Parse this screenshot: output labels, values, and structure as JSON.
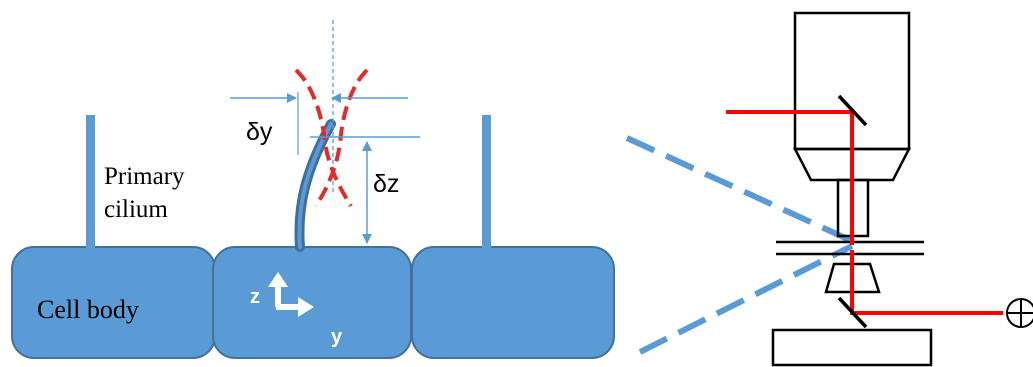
{
  "labels": {
    "primary_cilium_line1": "Primary",
    "primary_cilium_line2": "cilium",
    "cell_body": "Cell body",
    "delta_y": "δy",
    "delta_z": "δz",
    "axis_z": "z",
    "axis_y": "y"
  },
  "colors": {
    "cell_fill": "#5b9bd5",
    "cell_stroke": "#41719c",
    "cilium_blue": "#5b9bd5",
    "cilium_dark": "#3f6f9e",
    "laser_red": "#ff0000",
    "dashed_red": "#e32b2b",
    "dashed_blue": "#5b9bd5",
    "line_black": "#000000",
    "text": "#000000",
    "axis_arrow": "#ffffff"
  },
  "icons": {
    "detector": "crosshair-circle-icon",
    "beam_splitter": "mirror-icon"
  }
}
